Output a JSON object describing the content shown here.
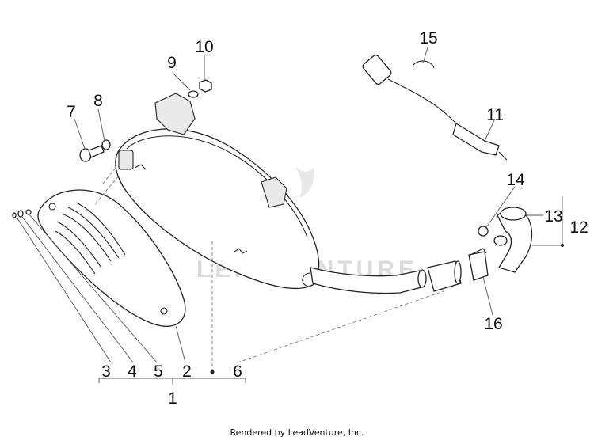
{
  "callouts": [
    "1",
    "2",
    "3",
    "4",
    "5",
    "6",
    "7",
    "8",
    "9",
    "10",
    "11",
    "12",
    "13",
    "14",
    "15",
    "16"
  ],
  "watermark": "LEADVENTURE",
  "footer": "Rendered by LeadVenture, Inc."
}
